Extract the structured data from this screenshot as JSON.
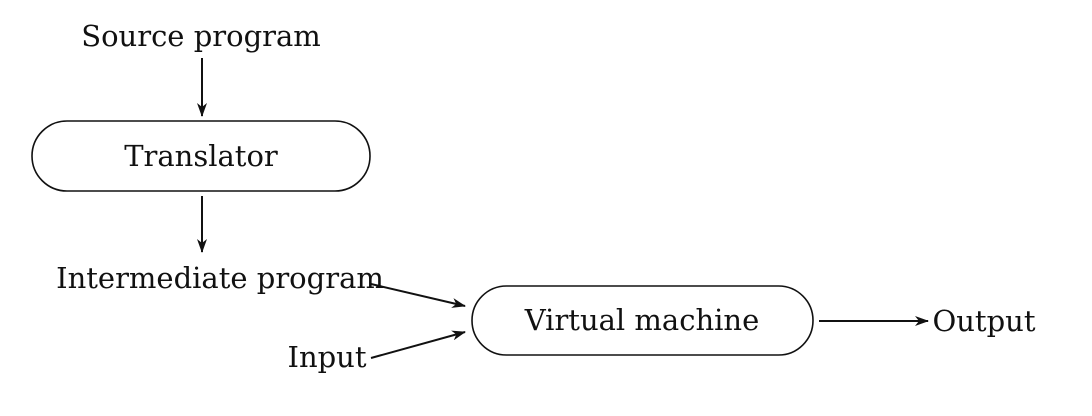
{
  "diagram": {
    "nodes": {
      "translator": "Translator",
      "virtual_machine": "Virtual machine"
    },
    "labels": {
      "source_program": "Source program",
      "intermediate_program": "Intermediate program",
      "input": "Input",
      "output": "Output"
    },
    "edges": [
      {
        "from": "Source program",
        "to": "Translator"
      },
      {
        "from": "Translator",
        "to": "Intermediate program"
      },
      {
        "from": "Intermediate program",
        "to": "Virtual machine"
      },
      {
        "from": "Input",
        "to": "Virtual machine"
      },
      {
        "from": "Virtual machine",
        "to": "Output"
      }
    ]
  }
}
